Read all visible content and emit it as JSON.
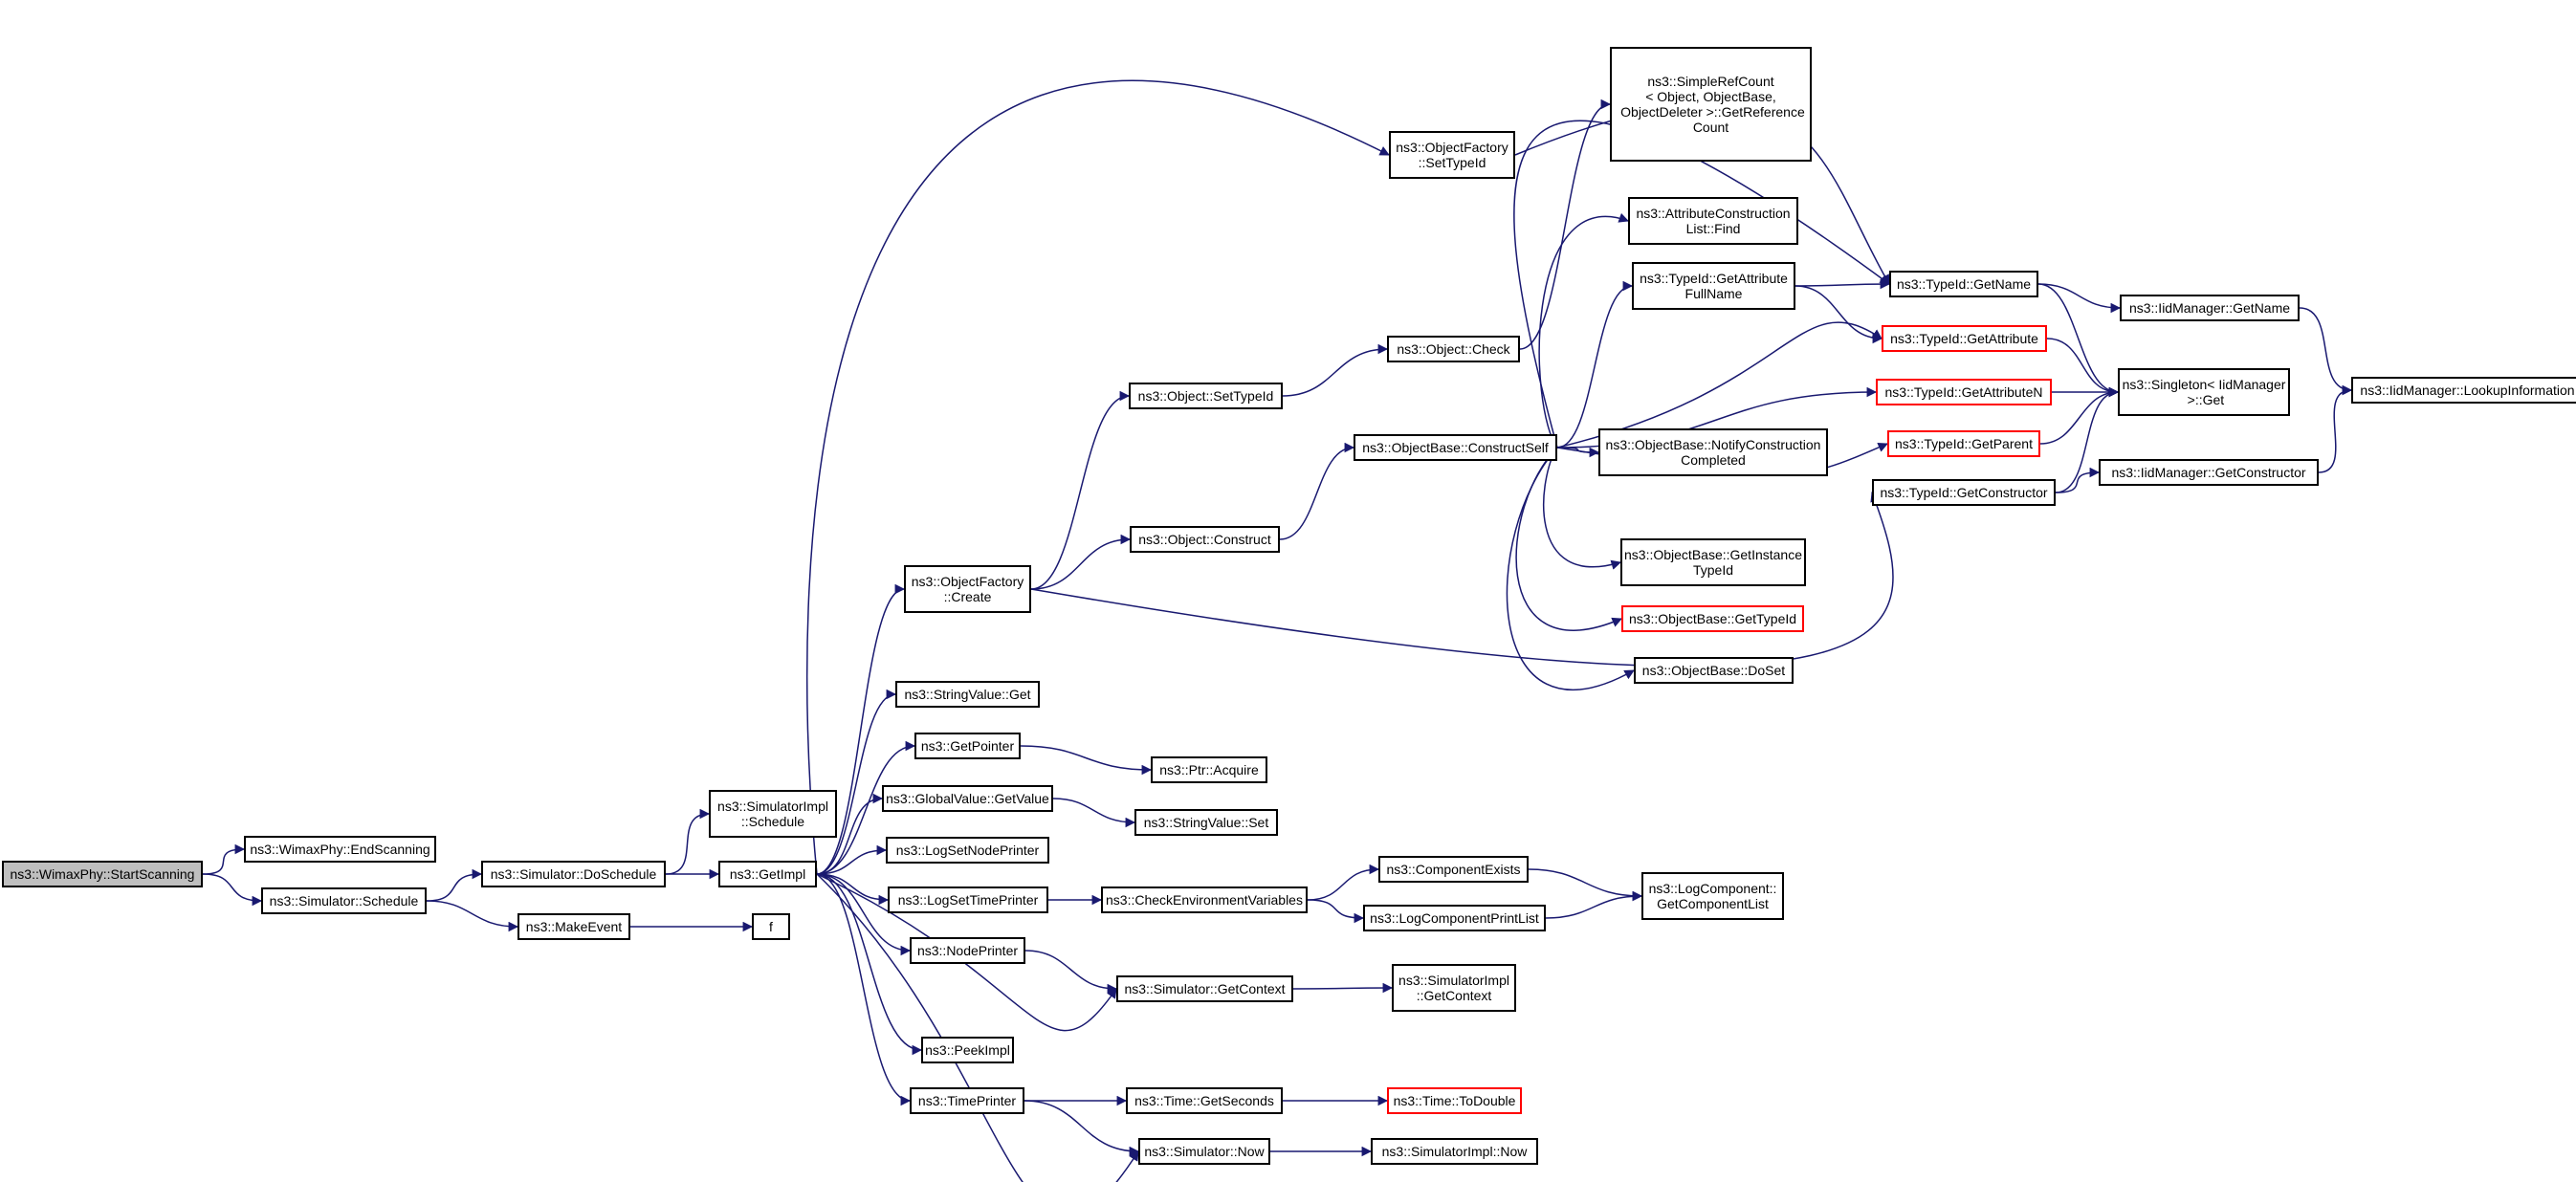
{
  "colors": {
    "edge": "#191970",
    "border": "#000000",
    "red_border": "#ff0000",
    "root_fill": "#bfbfbf"
  },
  "nodes": [
    {
      "id": "start",
      "label": "ns3::WimaxPhy::StartScanning",
      "style": "root"
    },
    {
      "id": "endscan",
      "label": "ns3::WimaxPhy::EndScanning"
    },
    {
      "id": "schedule",
      "label": "ns3::Simulator::Schedule"
    },
    {
      "id": "doschedule",
      "label": "ns3::Simulator::DoSchedule"
    },
    {
      "id": "makeevent",
      "label": "ns3::MakeEvent"
    },
    {
      "id": "simimplsched",
      "label": "ns3::SimulatorImpl\n::Schedule"
    },
    {
      "id": "getimpl",
      "label": "ns3::GetImpl"
    },
    {
      "id": "f",
      "label": "f"
    },
    {
      "id": "ofcreate",
      "label": "ns3::ObjectFactory\n::Create"
    },
    {
      "id": "stringget",
      "label": "ns3::StringValue::Get"
    },
    {
      "id": "getpointer",
      "label": "ns3::GetPointer"
    },
    {
      "id": "gvgetvalue",
      "label": "ns3::GlobalValue::GetValue"
    },
    {
      "id": "logsetnode",
      "label": "ns3::LogSetNodePrinter"
    },
    {
      "id": "logsettime",
      "label": "ns3::LogSetTimePrinter"
    },
    {
      "id": "nodeprinter",
      "label": "ns3::NodePrinter"
    },
    {
      "id": "peekimpl",
      "label": "ns3::PeekImpl"
    },
    {
      "id": "timeprinter",
      "label": "ns3::TimePrinter"
    },
    {
      "id": "ptracquire",
      "label": "ns3::Ptr::Acquire"
    },
    {
      "id": "stringset",
      "label": "ns3::StringValue::Set"
    },
    {
      "id": "checkenv",
      "label": "ns3::CheckEnvironmentVariables"
    },
    {
      "id": "simgetcontext",
      "label": "ns3::Simulator::GetContext"
    },
    {
      "id": "timegetseconds",
      "label": "ns3::Time::GetSeconds"
    },
    {
      "id": "simnow",
      "label": "ns3::Simulator::Now"
    },
    {
      "id": "objsettypeid",
      "label": "ns3::Object::SetTypeId"
    },
    {
      "id": "objconstruct",
      "label": "ns3::Object::Construct"
    },
    {
      "id": "ofsettypeid",
      "label": "ns3::ObjectFactory\n::SetTypeId"
    },
    {
      "id": "objcheck",
      "label": "ns3::Object::Check"
    },
    {
      "id": "obconstructself",
      "label": "ns3::ObjectBase::ConstructSelf"
    },
    {
      "id": "compexists",
      "label": "ns3::ComponentExists"
    },
    {
      "id": "logcompprintlist",
      "label": "ns3::LogComponentPrintList"
    },
    {
      "id": "simimplgetcontext",
      "label": "ns3::SimulatorImpl\n::GetContext"
    },
    {
      "id": "timetodouble",
      "label": "ns3::Time::ToDouble",
      "style": "red"
    },
    {
      "id": "simimplnow",
      "label": "ns3::SimulatorImpl::Now"
    },
    {
      "id": "simplerefcount",
      "label": "ns3::SimpleRefCount\n< Object, ObjectBase,\n ObjectDeleter >::GetReference\nCount"
    },
    {
      "id": "acfind",
      "label": "ns3::AttributeConstruction\nList::Find"
    },
    {
      "id": "getattrfullname",
      "label": "ns3::TypeId::GetAttribute\nFullName"
    },
    {
      "id": "notifyconstruction",
      "label": "ns3::ObjectBase::NotifyConstruction\nCompleted"
    },
    {
      "id": "getinstancetypeid",
      "label": "ns3::ObjectBase::GetInstance\nTypeId"
    },
    {
      "id": "obgettypeid",
      "label": "ns3::ObjectBase::GetTypeId",
      "style": "red"
    },
    {
      "id": "obdoset",
      "label": "ns3::ObjectBase::DoSet"
    },
    {
      "id": "getcomplist",
      "label": "ns3::LogComponent::\nGetComponentList"
    },
    {
      "id": "tidgetname",
      "label": "ns3::TypeId::GetName"
    },
    {
      "id": "tidgetattribute",
      "label": "ns3::TypeId::GetAttribute",
      "style": "red"
    },
    {
      "id": "tidgetattributen",
      "label": "ns3::TypeId::GetAttributeN",
      "style": "red"
    },
    {
      "id": "tidgetparent",
      "label": "ns3::TypeId::GetParent",
      "style": "red"
    },
    {
      "id": "tidgetconstructor",
      "label": "ns3::TypeId::GetConstructor"
    },
    {
      "id": "iidgetname",
      "label": "ns3::IidManager::GetName"
    },
    {
      "id": "singletonget",
      "label": "ns3::Singleton< IidManager\n >::Get"
    },
    {
      "id": "iidgetconstructor",
      "label": "ns3::IidManager::GetConstructor"
    },
    {
      "id": "iidlookup",
      "label": "ns3::IidManager::LookupInformation"
    }
  ],
  "edges": [
    [
      "start",
      "endscan"
    ],
    [
      "start",
      "schedule"
    ],
    [
      "schedule",
      "doschedule"
    ],
    [
      "schedule",
      "makeevent"
    ],
    [
      "doschedule",
      "simimplsched"
    ],
    [
      "doschedule",
      "getimpl"
    ],
    [
      "makeevent",
      "f"
    ],
    [
      "getimpl",
      "ofcreate"
    ],
    [
      "getimpl",
      "stringget"
    ],
    [
      "getimpl",
      "getpointer"
    ],
    [
      "getimpl",
      "gvgetvalue"
    ],
    [
      "getimpl",
      "logsetnode"
    ],
    [
      "getimpl",
      "logsettime"
    ],
    [
      "getimpl",
      "nodeprinter"
    ],
    [
      "getimpl",
      "peekimpl"
    ],
    [
      "getimpl",
      "timeprinter"
    ],
    [
      "getimpl",
      "ofsettypeid"
    ],
    [
      "getimpl",
      "simgetcontext"
    ],
    [
      "getimpl",
      "simnow"
    ],
    [
      "getpointer",
      "ptracquire"
    ],
    [
      "gvgetvalue",
      "stringset"
    ],
    [
      "logsettime",
      "checkenv"
    ],
    [
      "checkenv",
      "compexists"
    ],
    [
      "checkenv",
      "logcompprintlist"
    ],
    [
      "compexists",
      "getcomplist"
    ],
    [
      "logcompprintlist",
      "getcomplist"
    ],
    [
      "nodeprinter",
      "simgetcontext"
    ],
    [
      "simgetcontext",
      "simimplgetcontext"
    ],
    [
      "timeprinter",
      "timegetseconds"
    ],
    [
      "timeprinter",
      "simnow"
    ],
    [
      "timegetseconds",
      "timetodouble"
    ],
    [
      "simnow",
      "simimplnow"
    ],
    [
      "ofcreate",
      "objsettypeid"
    ],
    [
      "ofcreate",
      "objconstruct"
    ],
    [
      "ofcreate",
      "tidgetconstructor"
    ],
    [
      "objsettypeid",
      "objcheck"
    ],
    [
      "objcheck",
      "simplerefcount"
    ],
    [
      "objconstruct",
      "obconstructself"
    ],
    [
      "obconstructself",
      "acfind"
    ],
    [
      "obconstructself",
      "getattrfullname"
    ],
    [
      "obconstructself",
      "notifyconstruction"
    ],
    [
      "obconstructself",
      "getinstancetypeid"
    ],
    [
      "obconstructself",
      "obgettypeid"
    ],
    [
      "obconstructself",
      "obdoset"
    ],
    [
      "obconstructself",
      "tidgetname"
    ],
    [
      "obconstructself",
      "tidgetattribute"
    ],
    [
      "obconstructself",
      "tidgetattributen"
    ],
    [
      "obconstructself",
      "tidgetparent"
    ],
    [
      "ofsettypeid",
      "tidgetname"
    ],
    [
      "getattrfullname",
      "tidgetname"
    ],
    [
      "getattrfullname",
      "tidgetattribute"
    ],
    [
      "tidgetname",
      "iidgetname"
    ],
    [
      "tidgetname",
      "singletonget"
    ],
    [
      "iidgetname",
      "iidlookup"
    ],
    [
      "tidgetattribute",
      "singletonget"
    ],
    [
      "tidgetattributen",
      "singletonget"
    ],
    [
      "tidgetparent",
      "singletonget"
    ],
    [
      "tidgetconstructor",
      "singletonget"
    ],
    [
      "tidgetconstructor",
      "iidgetconstructor"
    ],
    [
      "iidgetconstructor",
      "iidlookup"
    ]
  ]
}
